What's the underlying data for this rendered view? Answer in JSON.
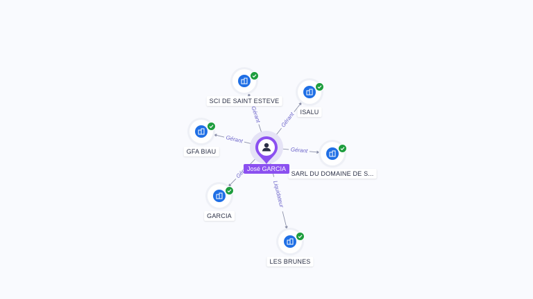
{
  "center": {
    "name": "José GARCIA",
    "icon": "person-icon",
    "color": "#8b50f0"
  },
  "companies": [
    {
      "id": "sci",
      "name": "SCI DE SAINT ESTEVE",
      "icon": "building-icon",
      "verified": true
    },
    {
      "id": "isalu",
      "name": "ISALU",
      "icon": "building-icon",
      "verified": true
    },
    {
      "id": "gfa",
      "name": "GFA BIAU",
      "icon": "building-icon",
      "verified": true
    },
    {
      "id": "sarl",
      "name": "SARL DU DOMAINE DE S...",
      "icon": "building-icon",
      "verified": true
    },
    {
      "id": "garcia",
      "name": "GARCIA",
      "icon": "building-icon",
      "verified": true
    },
    {
      "id": "brunes",
      "name": "LES BRUNES",
      "icon": "building-icon",
      "verified": true
    }
  ],
  "edges": [
    {
      "to": "sci",
      "role": "Gérant"
    },
    {
      "to": "isalu",
      "role": "Gérant"
    },
    {
      "to": "gfa",
      "role": "Gérant"
    },
    {
      "to": "sarl",
      "role": "Gérant"
    },
    {
      "to": "garcia",
      "role": "Gérant"
    },
    {
      "to": "brunes",
      "role": "Liquidateur"
    }
  ],
  "colors": {
    "company": "#1f6fe5",
    "verified": "#1e9d3e",
    "edge_label": "#6b63c9",
    "edge_line": "#8a8fa8"
  }
}
